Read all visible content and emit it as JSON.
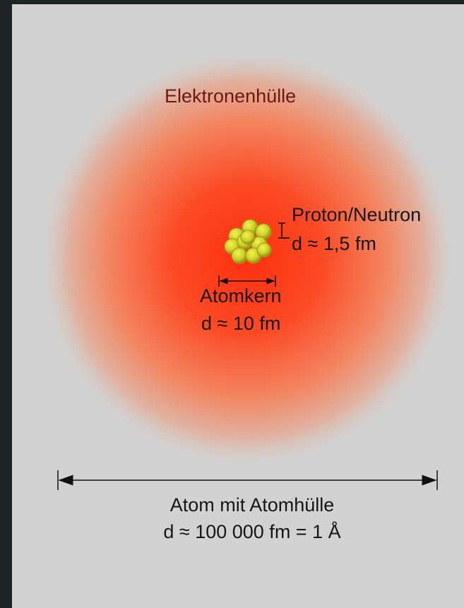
{
  "diagram": {
    "labels": {
      "electron_shell": "Elektronenhülle",
      "proton_neutron_name": "Proton/Neutron",
      "proton_neutron_diameter": "d ≈ 1,5 fm",
      "nucleus_name": "Atomkern",
      "nucleus_diameter": "d ≈ 10 fm",
      "atom_name": "Atom mit Atomhülle",
      "atom_diameter": "d ≈ 100 000 fm = 1 Å"
    },
    "colors": {
      "background": "#d2d2d2",
      "frame": "#1c2426",
      "electron_cloud_core": "#ff3a14",
      "electron_cloud_edge": "#d2d2d2",
      "nucleon": "#d6d62c",
      "shell_label": "#6a1a14"
    }
  }
}
